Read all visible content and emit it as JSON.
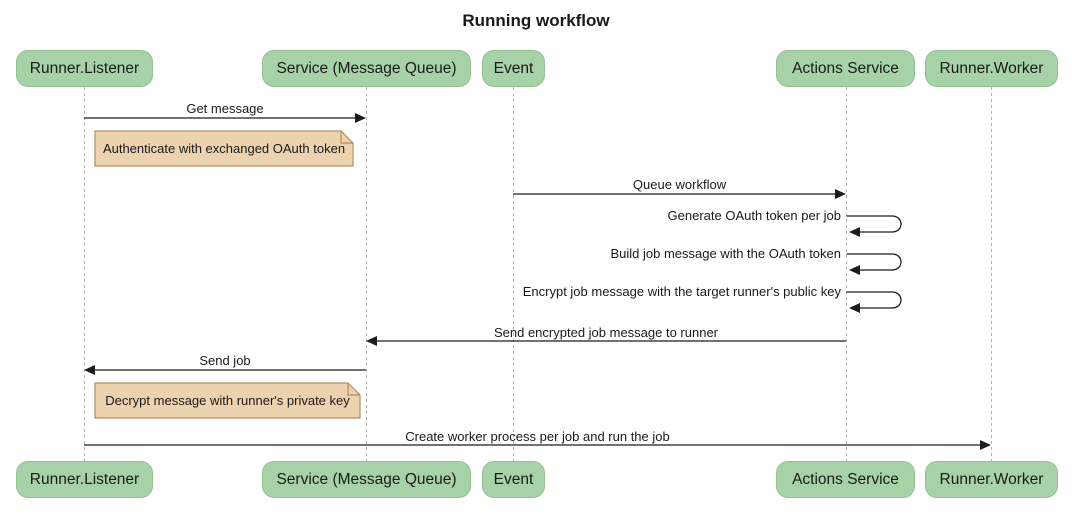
{
  "diagram": {
    "type": "sequence-diagram",
    "title": "Running workflow"
  },
  "actors": {
    "runner_listener": "Runner.Listener",
    "service_mq": "Service (Message Queue)",
    "event": "Event",
    "actions_service": "Actions Service",
    "runner_worker": "Runner.Worker"
  },
  "messages": {
    "get_message": "Get message",
    "queue_workflow": "Queue workflow",
    "generate_oauth": "Generate OAuth token per job",
    "build_job_message": "Build job message with the OAuth token",
    "encrypt_job_message": "Encrypt job message with the target runner's public key",
    "send_encrypted": "Send encrypted job message to runner",
    "send_job": "Send job",
    "create_worker": "Create worker process per job and run the job"
  },
  "notes": {
    "authenticate": "Authenticate with exchanged OAuth token",
    "decrypt": "Decrypt message with runner's private key"
  },
  "colors": {
    "actor_fill": "#a7d2a7",
    "actor_border": "#93c093",
    "note_fill": "#ecd2ae",
    "note_border": "#b2905c",
    "line": "#1c1c1c",
    "lifeline": "#b3b3b3",
    "text": "#1a1a1a"
  }
}
